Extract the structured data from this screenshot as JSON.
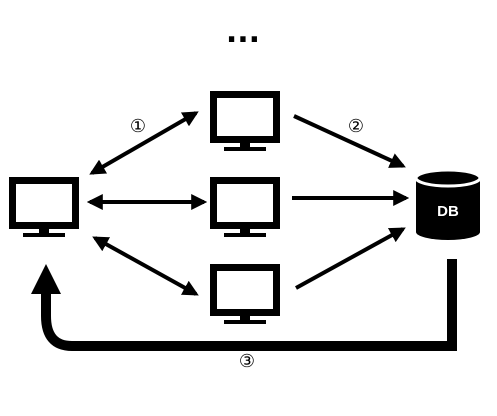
{
  "ellipsis": "...",
  "labels": {
    "step1": "①",
    "step2": "②",
    "step3": "③"
  },
  "database": {
    "label": "DB"
  },
  "icons": {
    "client": "monitor-icon",
    "servers": [
      "monitor-icon",
      "monitor-icon",
      "monitor-icon"
    ],
    "database": "database-cylinder-icon"
  },
  "colors": {
    "foreground": "#000000",
    "background": "#ffffff"
  }
}
